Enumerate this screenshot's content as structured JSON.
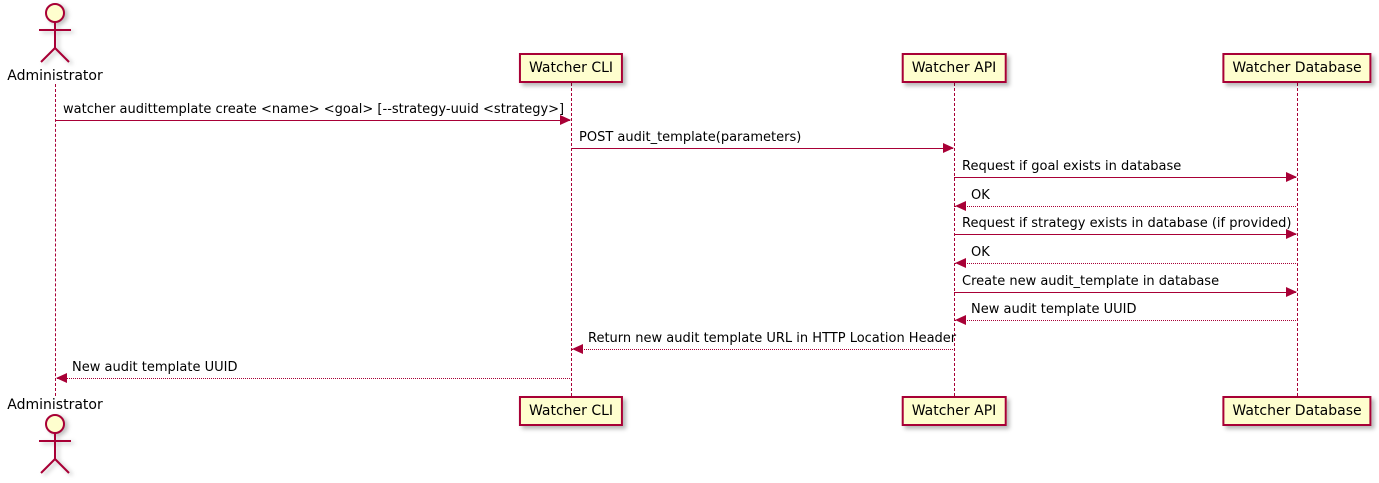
{
  "diagram": {
    "type": "sequence",
    "accent_color": "#A80036",
    "fill_color": "#FEFECE",
    "actor": {
      "label": "Administrator"
    },
    "participants": [
      {
        "id": "cli",
        "label": "Watcher CLI"
      },
      {
        "id": "api",
        "label": "Watcher API"
      },
      {
        "id": "db",
        "label": "Watcher Database"
      }
    ],
    "messages": [
      {
        "from": "administrator",
        "to": "cli",
        "style": "solid",
        "label": "watcher audittemplate create <name> <goal> [--strategy-uuid <strategy>]"
      },
      {
        "from": "cli",
        "to": "api",
        "style": "solid",
        "label": "POST audit_template(parameters)"
      },
      {
        "from": "api",
        "to": "db",
        "style": "solid",
        "label": "Request if goal exists in database"
      },
      {
        "from": "db",
        "to": "api",
        "style": "dashed",
        "label": "OK"
      },
      {
        "from": "api",
        "to": "db",
        "style": "solid",
        "label": "Request if strategy exists in database (if provided)"
      },
      {
        "from": "db",
        "to": "api",
        "style": "dashed",
        "label": "OK"
      },
      {
        "from": "api",
        "to": "db",
        "style": "solid",
        "label": "Create new audit_template in database"
      },
      {
        "from": "db",
        "to": "api",
        "style": "dashed",
        "label": "New audit template UUID"
      },
      {
        "from": "api",
        "to": "cli",
        "style": "dashed",
        "label": "Return new audit template URL in HTTP Location Header"
      },
      {
        "from": "cli",
        "to": "administrator",
        "style": "dashed",
        "label": "New audit template UUID"
      }
    ]
  }
}
